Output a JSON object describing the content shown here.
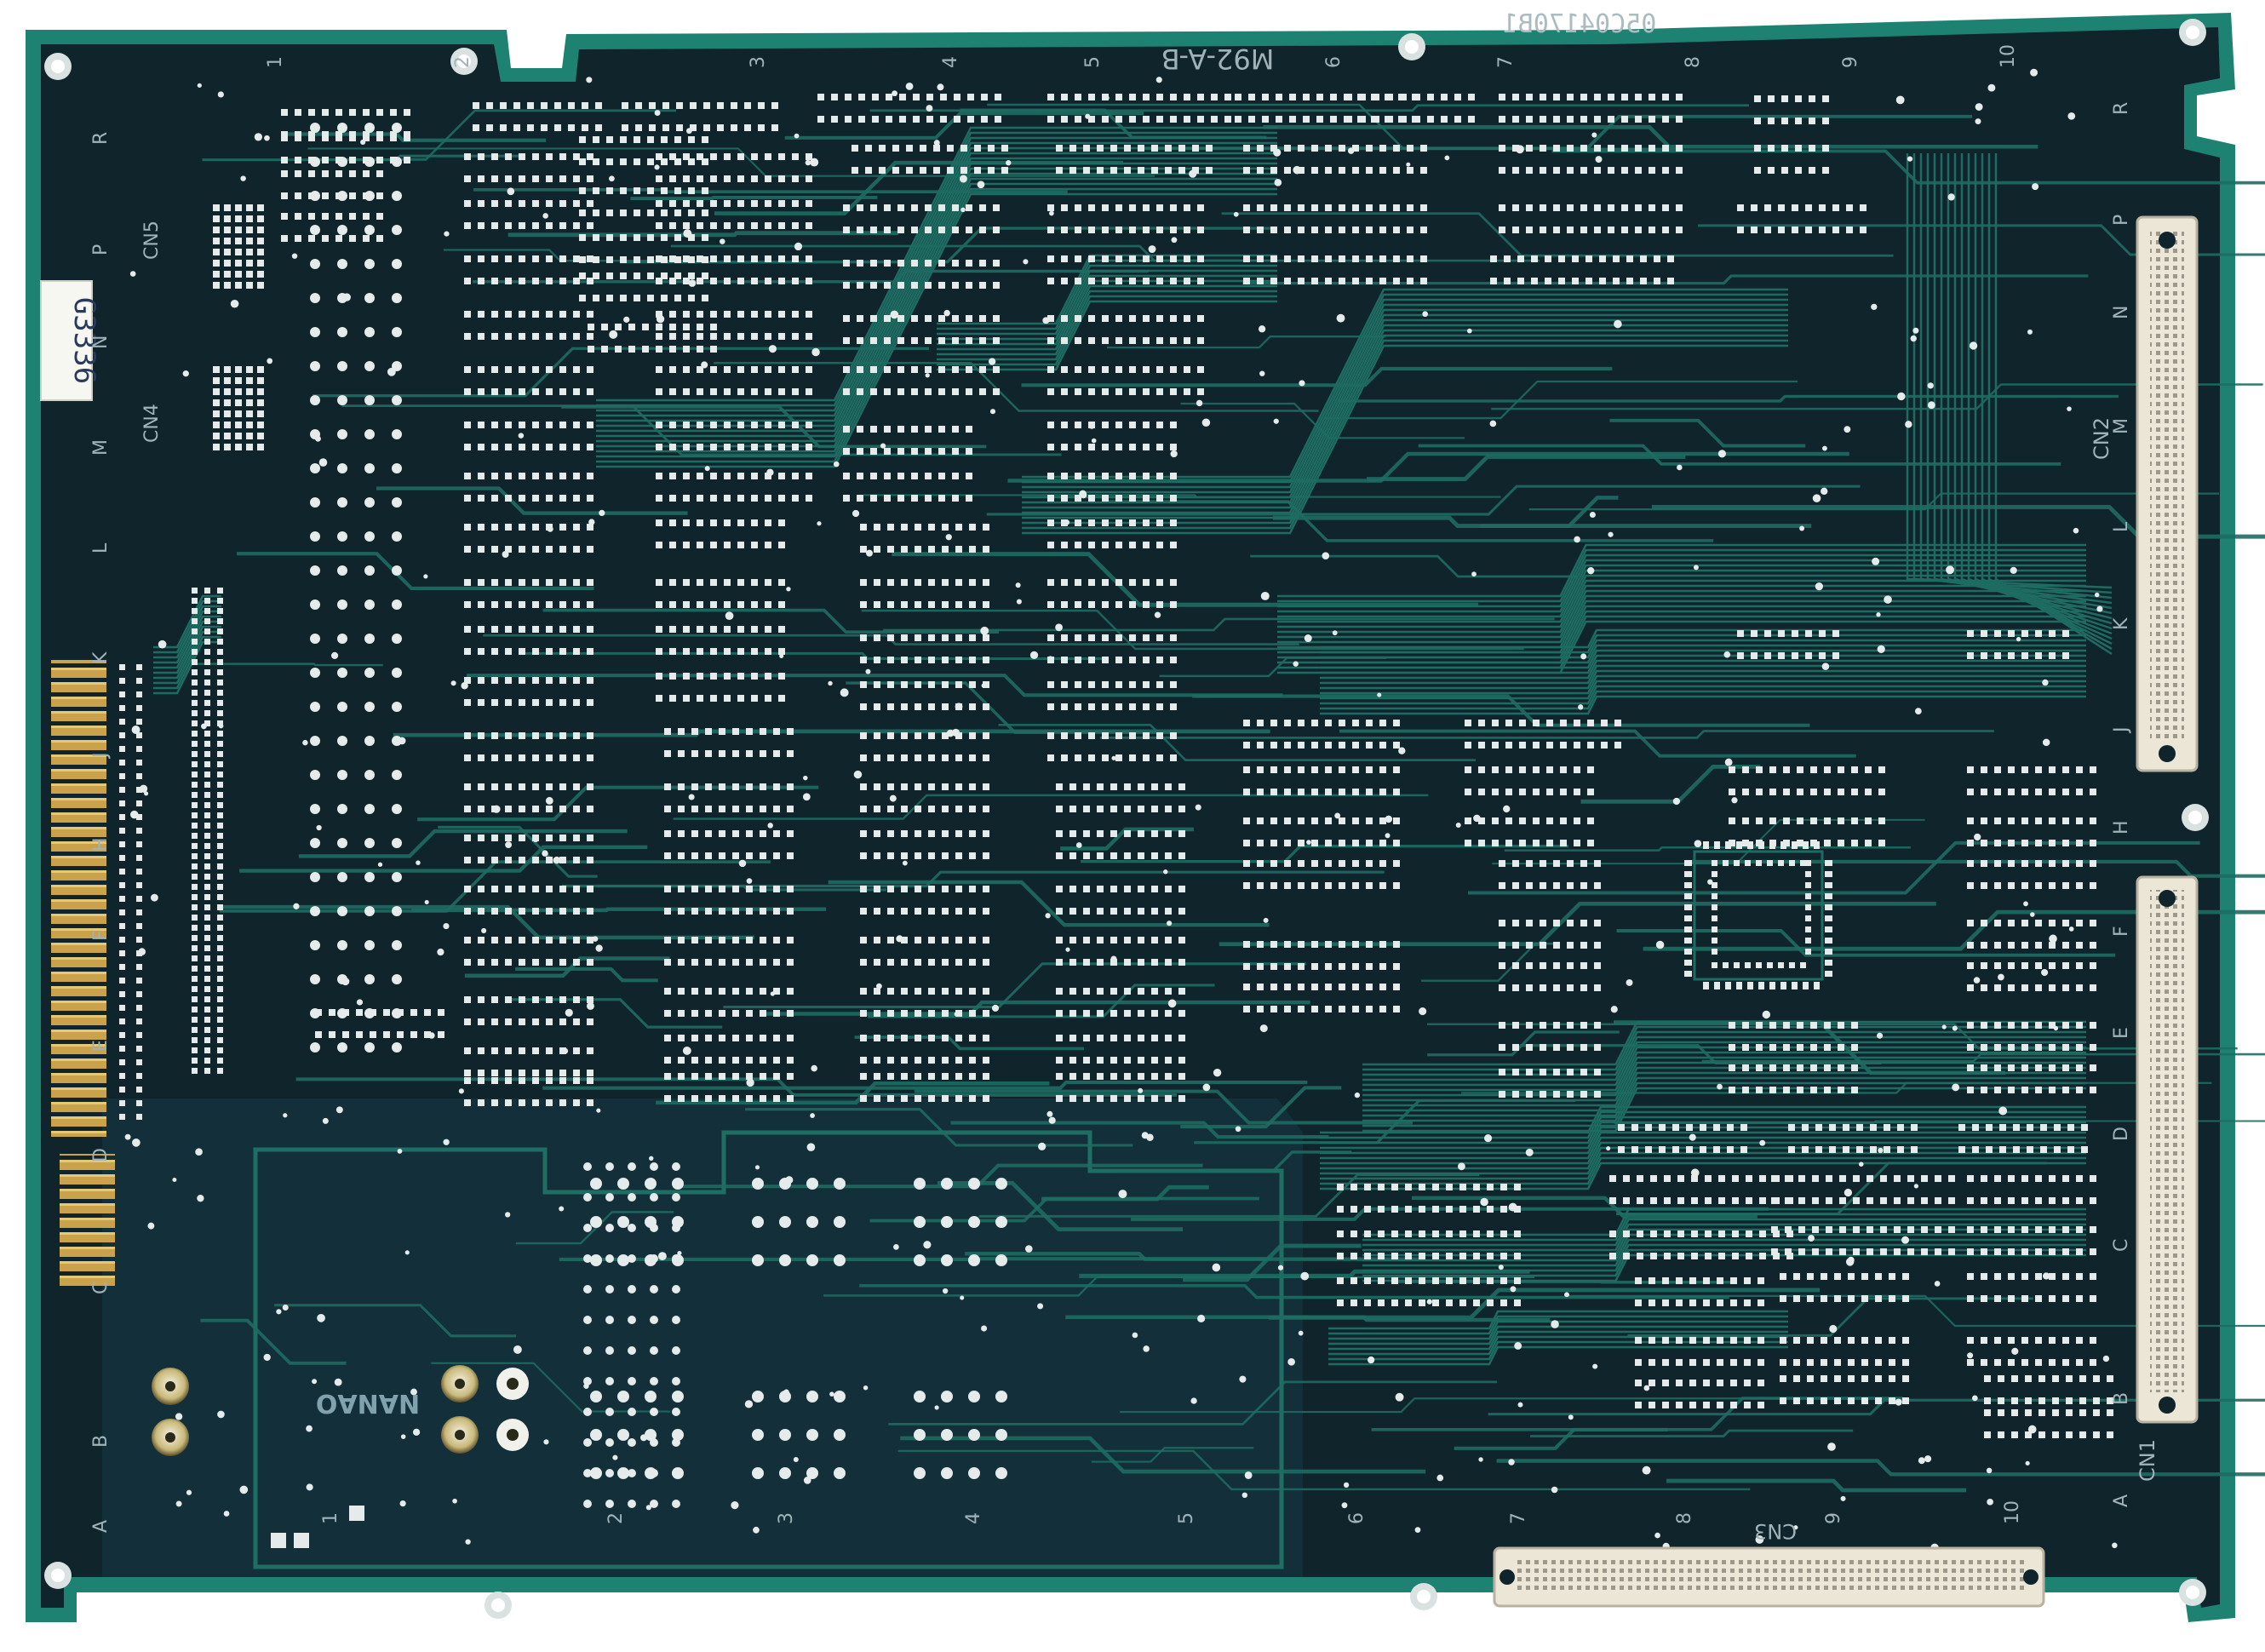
{
  "board": {
    "pcb_code": "M92-A-B",
    "serial_mirrored": "05C04170B1",
    "sticker": "G3336",
    "maker_logo": "NANAO",
    "colors": {
      "mask": "#10242c",
      "mask_edge": "#1c8070",
      "trace": "#1e6b62",
      "pad": "#e4ebea",
      "gold": "#c9a24a",
      "connector_body": "#e9e4d4",
      "silk": "#9fb3b8"
    }
  },
  "connectors": {
    "cn1": "CN1",
    "cn2": "CN2",
    "cn3": "CN3",
    "cn4": "CN4",
    "cn5": "CN5"
  },
  "grid": {
    "columns": [
      "1",
      "2",
      "3",
      "4",
      "5",
      "6",
      "7",
      "8",
      "9",
      "10"
    ],
    "rows_left": [
      "R",
      "P",
      "N",
      "M",
      "L",
      "K",
      "J",
      "H",
      "F",
      "E",
      "D",
      "C",
      "B",
      "A"
    ],
    "rows_right": [
      "R",
      "P",
      "N",
      "M",
      "L",
      "K",
      "J",
      "H",
      "F",
      "E",
      "D",
      "C",
      "B",
      "A"
    ]
  }
}
